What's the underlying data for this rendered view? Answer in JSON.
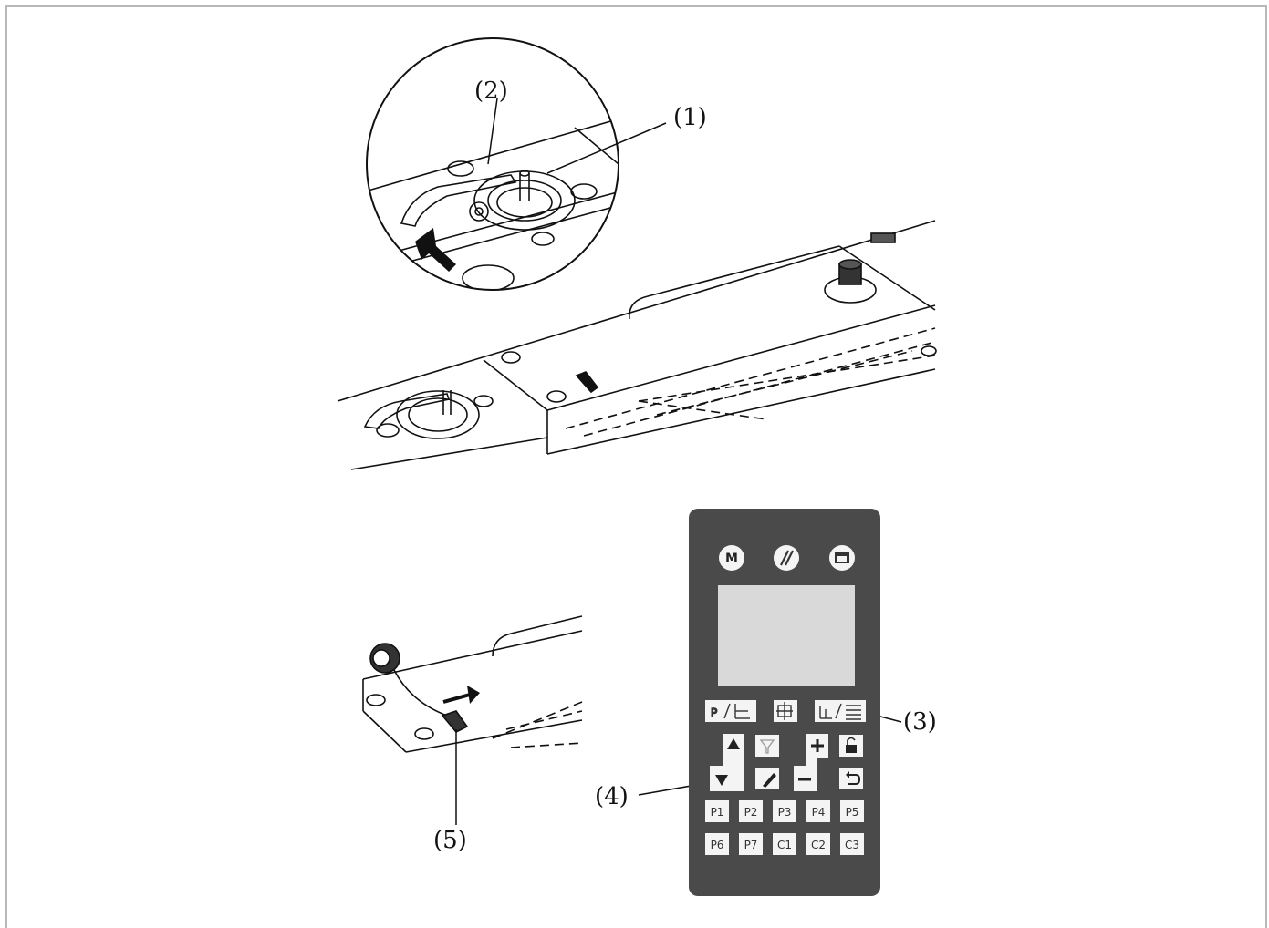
{
  "callouts": {
    "c1": "(1)",
    "c2": "(2)",
    "c3": "(3)",
    "c4": "(4)",
    "c5": "(5)"
  },
  "panel": {
    "colors": {
      "body": "#4a4a4a",
      "screen": "#d9d9d9",
      "key": "#f4f4f4"
    },
    "top_buttons": [
      {
        "label": "M",
        "icon": "mode-icon"
      },
      {
        "label": "",
        "icon": "slash-icon"
      },
      {
        "label": "",
        "icon": "window-icon"
      }
    ],
    "row1": [
      {
        "icon": "pattern-select-icon"
      },
      {
        "icon": "origin-icon"
      },
      {
        "icon": "list-icon"
      }
    ],
    "row2_right_icons": [
      "lock-icon",
      "back-icon"
    ],
    "program_keys_row1": [
      "P1",
      "P2",
      "P3",
      "P4",
      "P5"
    ],
    "program_keys_row2": [
      "P6",
      "P7",
      "C1",
      "C2",
      "C3"
    ]
  }
}
